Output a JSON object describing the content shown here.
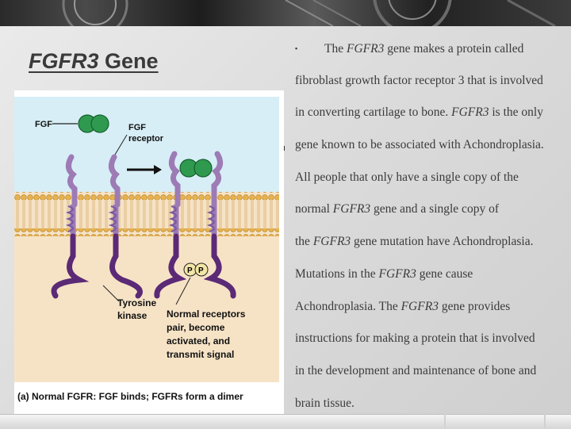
{
  "slide": {
    "title_italic": "FGFR3",
    "title_rest": " Gene",
    "bullet_glyph": "▪",
    "paragraph_lines": [
      [
        "The ",
        {
          "i": "FGFR3"
        },
        " gene makes a protein called"
      ],
      [
        "fibroblast growth factor receptor 3 that is involved"
      ],
      [
        "in converting cartilage to bone. ",
        {
          "i": "FGFR3"
        },
        " is the only"
      ],
      [
        "gene known to be associated with Achondroplasia."
      ],
      [
        "All people that only have a single copy of the"
      ],
      [
        "normal ",
        {
          "i": "FGFR3"
        },
        " gene and a single copy of"
      ],
      [
        "the ",
        {
          "i": "FGFR3"
        },
        " gene mutation have Achondroplasia."
      ],
      [
        "Mutations in the ",
        {
          "i": "FGFR3"
        },
        " gene cause"
      ],
      [
        "Achondroplasia. The ",
        {
          "i": "FGFR3"
        },
        " gene provides"
      ],
      [
        "instructions for making a protein that is involved"
      ],
      [
        "in the development and maintenance of bone and"
      ],
      [
        "brain tissue."
      ]
    ]
  },
  "figure": {
    "label_fgf": "FGF",
    "label_receptor_1": "FGF",
    "label_receptor_2": "receptor",
    "label_kinase_1": "Tyrosine",
    "label_kinase_2": "kinase",
    "label_normal_1": "Normal receptors",
    "label_normal_2": "pair, become",
    "label_normal_3": "activated, and",
    "label_normal_4": "transmit signal",
    "label_p": "P",
    "caption": "(a) Normal FGFR:  FGF binds; FGFRs form a dimer",
    "colors": {
      "sky": "#d7eef6",
      "cytoplasm": "#f6e3c6",
      "ligand": "#2f9a4f",
      "receptor": "#9d7bb5",
      "receptor_dark": "#5b2a76",
      "lipid_head": "#e7b24e"
    }
  }
}
